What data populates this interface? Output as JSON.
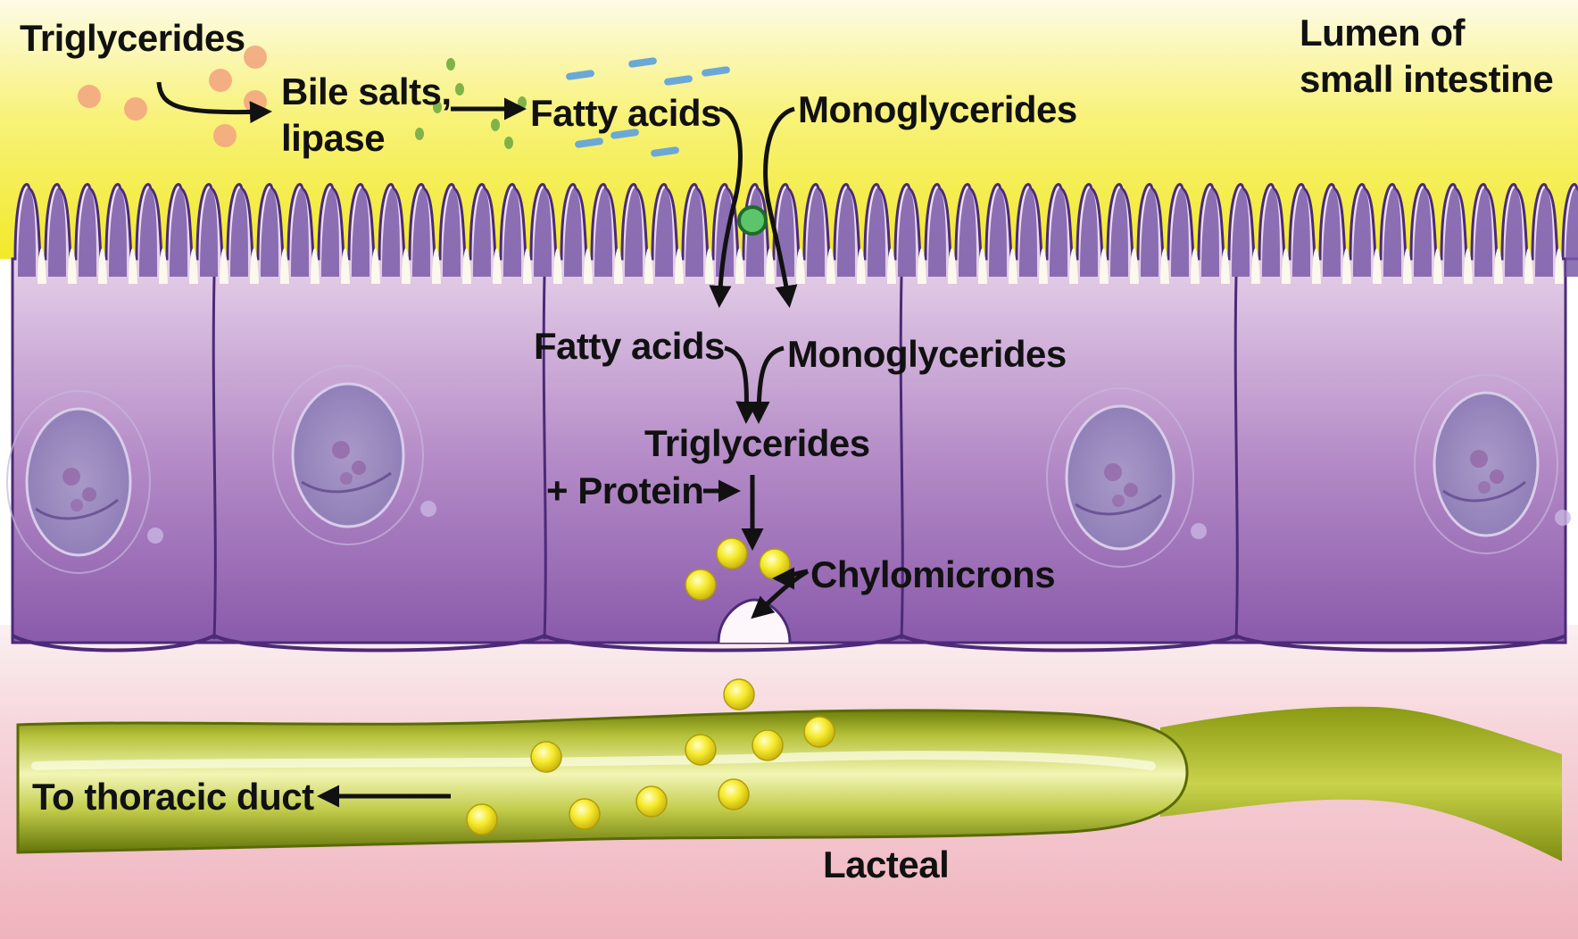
{
  "colors": {
    "lumen_top": "#fbfbe0",
    "lumen_yellow": "#f4ee3a",
    "microvilli": "#7a5aa8",
    "cell_outline": "#4b2a78",
    "cell_top": "#f0e4f2",
    "cell_mid": "#c9a6d4",
    "cell_bottom": "#8c5fae",
    "nucleus": "#b3a4cf",
    "interstitial": "#f8e3e6",
    "tissue_pink": "#f2b9c2",
    "lacteal_dark": "#7a8a10",
    "lacteal_light": "#f4f6b0",
    "chylomicron": "#f4e51a",
    "triglyceride_dot": "#f2a77f",
    "bile_dot": "#7fb34a",
    "fatty_acid_dash": "#6aa8d8",
    "transporter": "#5cc46a"
  },
  "labels": {
    "triglycerides_lumen": "Triglycerides",
    "bile_salts": "Bile salts,",
    "lipase": "lipase",
    "fatty_acids_lumen": "Fatty acids",
    "monoglycerides_lumen": "Monoglycerides",
    "lumen_line1": "Lumen of",
    "lumen_line2": "small intestine",
    "fatty_acids_cell": "Fatty acids",
    "monoglycerides_cell": "Monoglycerides",
    "triglycerides_cell": "Triglycerides",
    "protein": "+ Protein",
    "chylomicrons": "Chylomicrons",
    "thoracic_duct": "To thoracic duct",
    "lacteal": "Lacteal"
  },
  "icons": {
    "arrow": "arrow-icon",
    "transporter": "membrane-transporter-icon",
    "chylomicron": "chylomicron-icon"
  }
}
